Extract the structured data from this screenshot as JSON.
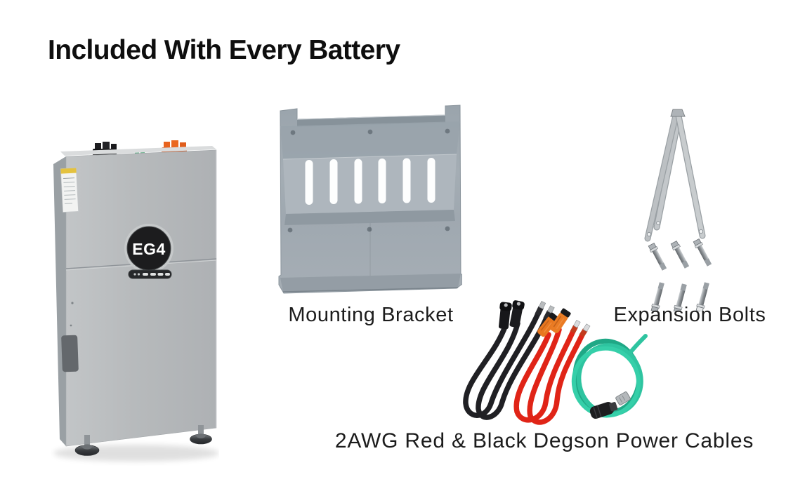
{
  "title": "Included With Every Battery",
  "battery": {
    "brand": "EG4"
  },
  "items": {
    "mounting_bracket": "Mounting Bracket",
    "expansion_bolts": "Expansion Bolts",
    "power_cables": "2AWG Red & Black Degson Power Cables"
  },
  "colors": {
    "background": "#ffffff",
    "title_text": "#0e0e0e",
    "label_text": "#1c1c1c",
    "battery_body": "#b7babc",
    "battery_side": "#9aa0a4",
    "logo_disc": "#1c1c1e",
    "terminal_negative": "#141416",
    "terminal_positive": "#e2591b",
    "bracket_gray": "#a2abb2",
    "strap_metal": "#bcc0c3",
    "bolt_metal": "#8d9296",
    "cable_black": "#202024",
    "cable_red": "#e02417",
    "cable_green": "#2ec4a0",
    "connector_orange": "#e8771f"
  }
}
